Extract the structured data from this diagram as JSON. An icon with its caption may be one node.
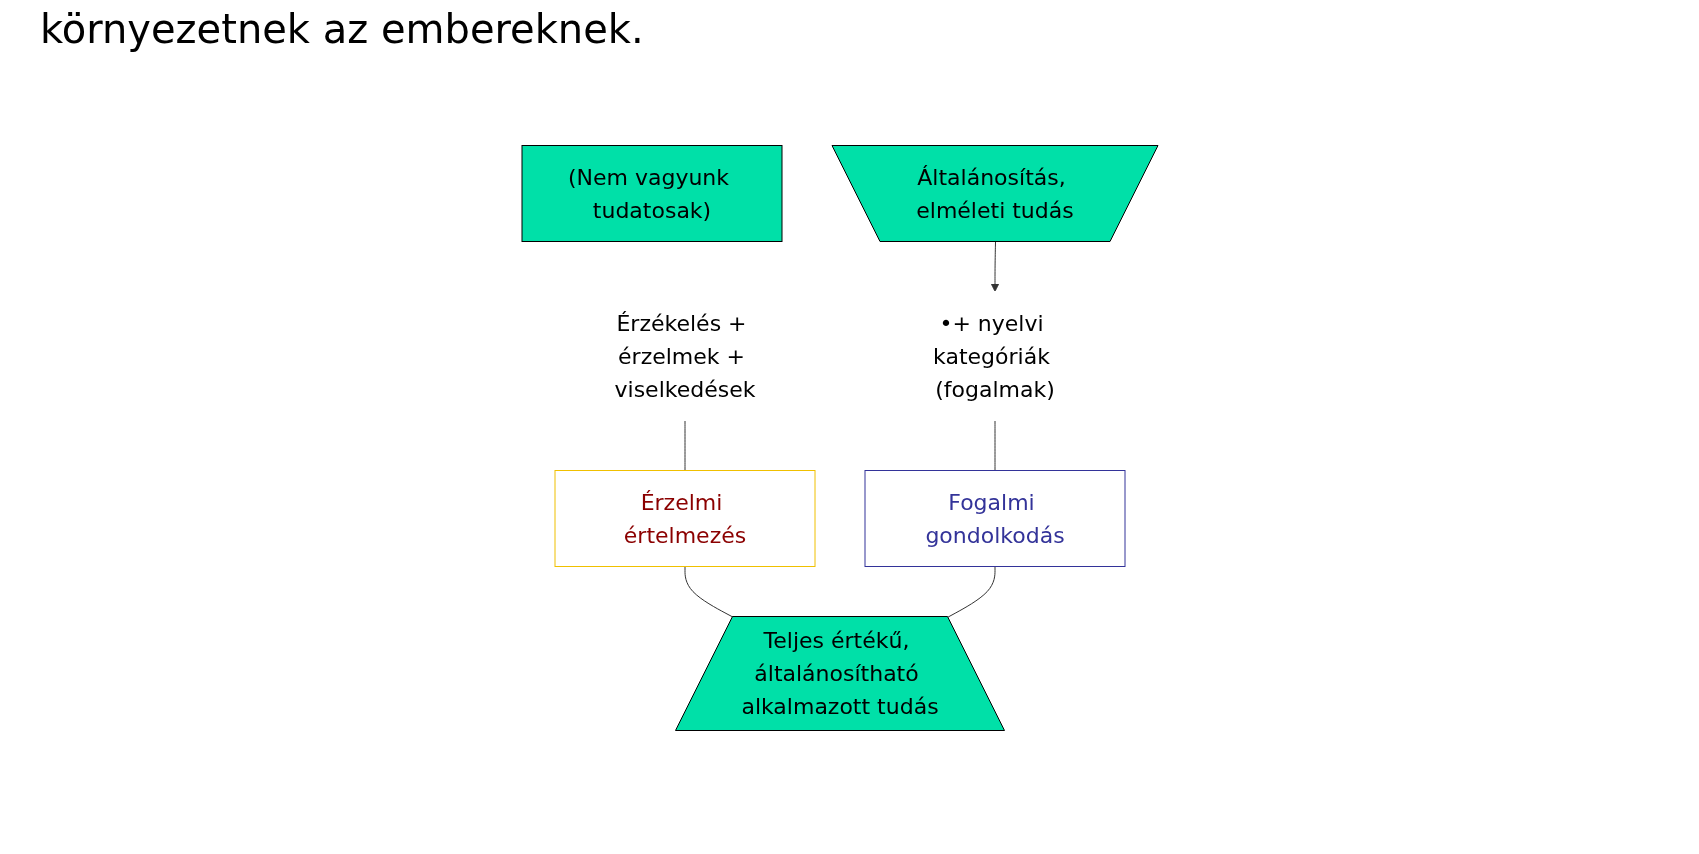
{
  "diagram": {
    "title": "környezetnek az embereknek.",
    "nodes": [
      {
        "text": [
          "(Nem vagyunk tudatosak)"
        ]
      },
      {
        "text": [
          "Érzékelés + érzelmek + viselkedések"
        ]
      },
      {
        "text": [
          "Általánosítás, elméleti tudás"
        ]
      },
      {
        "text": [
          "•+ nyelvi kategóriák (fogalmak)"
        ]
      },
      {
        "text": [
          "Érzelmi értelmezés"
        ]
      },
      {
        "text": [
          "Fogalmi gondolkodás"
        ]
      },
      {
        "text": [
          "Teljes értékű, általánosítható alkalmazott tudás"
        ]
      }
    ],
    "edges": [
      {
        "from": 2,
        "to": 3,
        "arrow": "to"
      },
      {
        "from": 1,
        "to": 4,
        "arrow": "none"
      },
      {
        "from": 3,
        "to": 5,
        "arrow": "none"
      },
      {
        "from": 4,
        "to": 6,
        "arrow": "none"
      },
      {
        "from": 5,
        "to": 6,
        "arrow": "none"
      }
    ]
  }
}
